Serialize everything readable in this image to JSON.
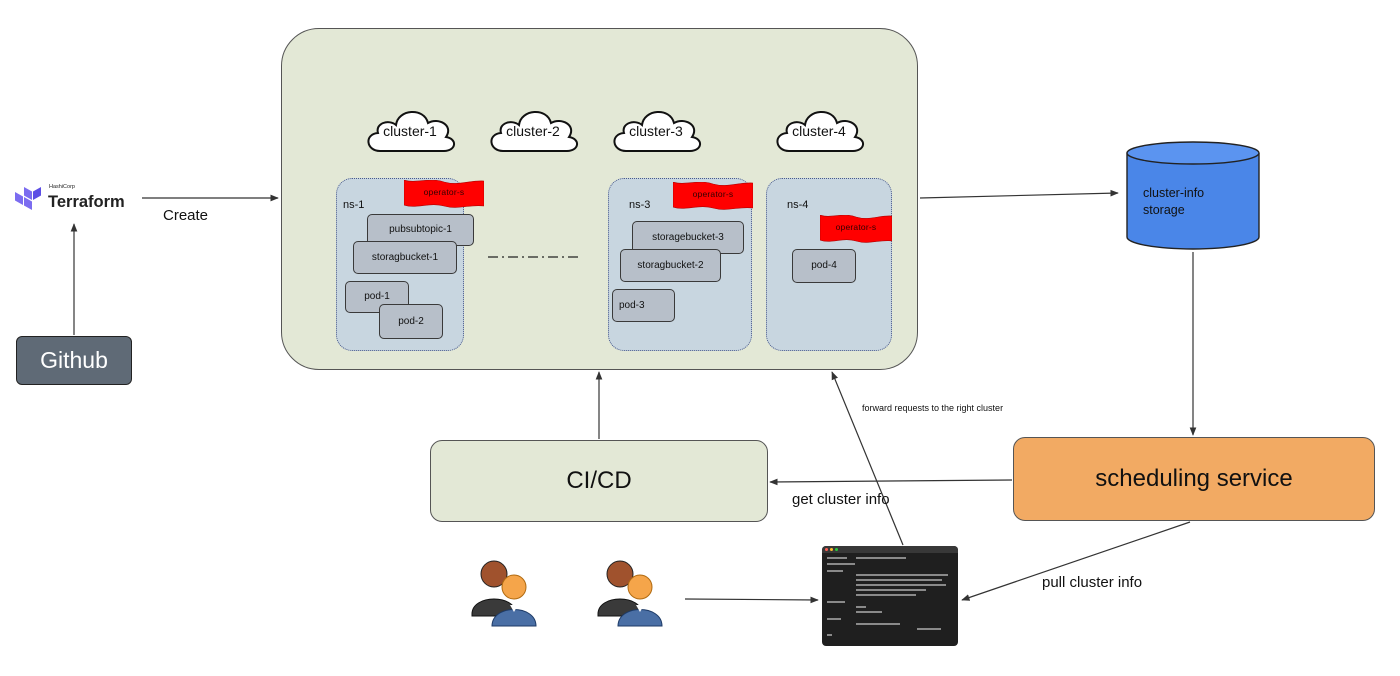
{
  "terraform": {
    "vendor": "HashiCorp",
    "name": "Terraform",
    "icon": "terraform-logo-icon"
  },
  "github": {
    "label": "Github"
  },
  "edges": {
    "create": "Create",
    "get_cluster_info": "get cluster info",
    "pull_cluster_info": "pull cluster info",
    "forward_requests": "forward requests to the right cluster"
  },
  "clusters": [
    "cluster-1",
    "cluster-2",
    "cluster-3",
    "cluster-4"
  ],
  "namespaces": {
    "ns1": {
      "label": "ns-1",
      "flag": "operator-s",
      "resources": [
        "pubsubtopic-1",
        "storagbucket-1",
        "pod-1",
        "pod-2"
      ]
    },
    "ns3": {
      "label": "ns-3",
      "flag": "operator-s",
      "resources": [
        "storagebucket-3",
        "storagbucket-2",
        "pod-3"
      ]
    },
    "ns4": {
      "label": "ns-4",
      "flag": "operator-s",
      "resources": [
        "pod-4"
      ]
    }
  },
  "storage": {
    "line1": "cluster-info",
    "line2": "storage"
  },
  "cicd": {
    "label": "CI/CD"
  },
  "scheduling": {
    "label": "scheduling service"
  },
  "users": [
    {
      "icon": "users-icon"
    },
    {
      "icon": "users-icon"
    }
  ],
  "terminal": {
    "icon": "terminal-icon"
  },
  "colors": {
    "main_box": "#e3e8d6",
    "namespace": "#c8d6e0",
    "resource": "#b7bfc9",
    "flag": "#ff0000",
    "storage": "#4a86e8",
    "scheduling": "#f2aa63",
    "github": "#5f6a76",
    "terraform": "#5c4ee5"
  }
}
